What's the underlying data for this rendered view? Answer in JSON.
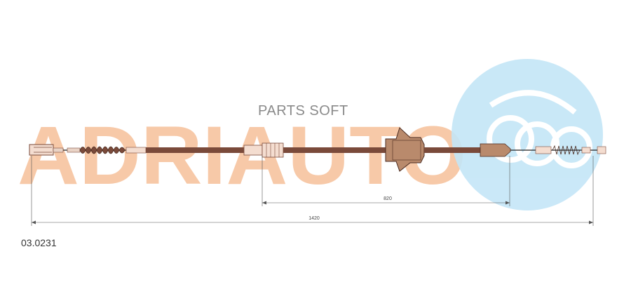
{
  "logo": {
    "brand_text": "ADRIAUTO",
    "brand_color": "#f7c9a8",
    "emblem_color": "#c4e6f7"
  },
  "watermark": {
    "text": "PARTS SOFT"
  },
  "diagram": {
    "part_number": "03.0231",
    "dimensions": {
      "inner_length": "820",
      "total_length": "1420"
    },
    "colors": {
      "sheath": "#7a4a3a",
      "tan_component": "#b98a6c",
      "cable_line": "#222222"
    }
  }
}
